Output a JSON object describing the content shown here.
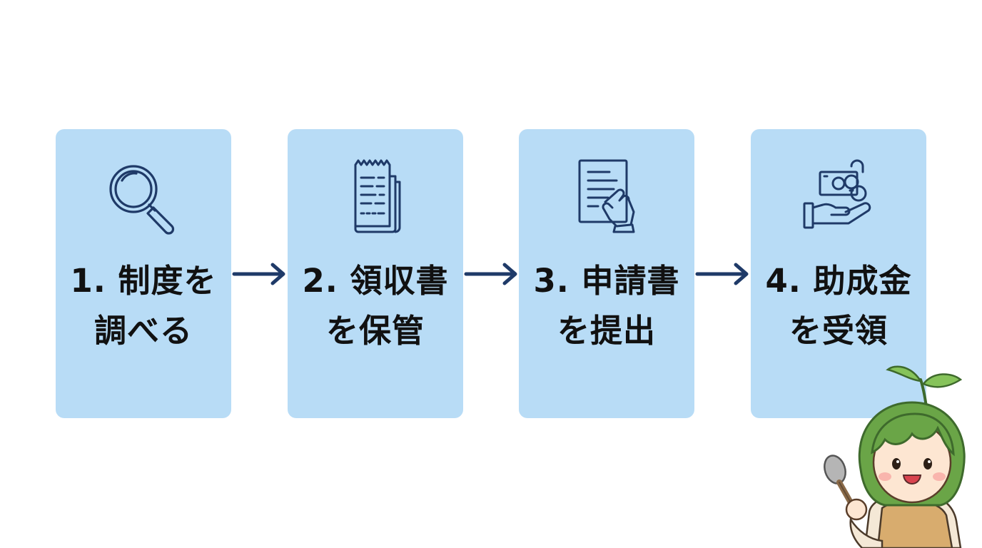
{
  "colors": {
    "box_fill": "#b8dcf6",
    "icon_stroke": "#1f3a68",
    "arrow": "#1f3a68",
    "text": "#111111",
    "background": "#ffffff"
  },
  "steps": [
    {
      "line1": "1. 制度を",
      "line2": "調べる",
      "icon": "magnifier-icon"
    },
    {
      "line1": "2. 領収書",
      "line2": "を保管",
      "icon": "receipt-icon"
    },
    {
      "line1": "3. 申請書",
      "line2": "を提出",
      "icon": "document-hand-icon"
    },
    {
      "line1": "4. 助成金",
      "line2": "を受領",
      "icon": "money-hand-icon"
    }
  ],
  "arrows": [
    "arrow-right-icon",
    "arrow-right-icon",
    "arrow-right-icon"
  ],
  "mascot": {
    "icon": "sprout-girl-mascot-icon"
  }
}
